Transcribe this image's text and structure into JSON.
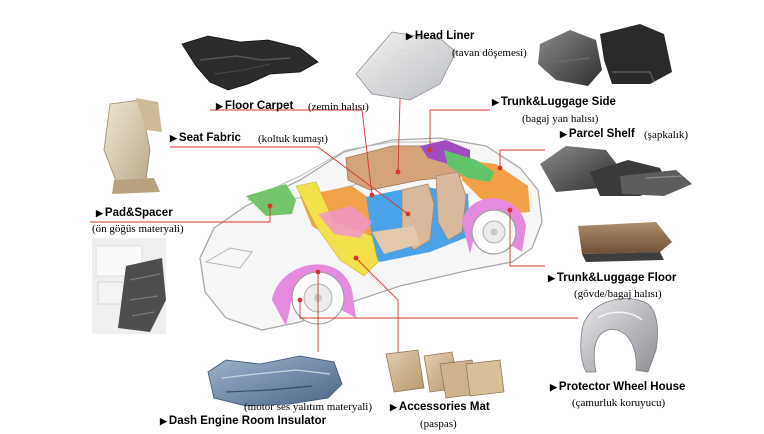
{
  "colors": {
    "leader": "#d9342b",
    "dot": "#d9342b",
    "car_outline": "#b0b0b0",
    "head_liner": "#d4a37a",
    "floor_carpet": "#f0a14a",
    "seat": "#d9b99b",
    "dash": "#f3e04a",
    "accessories": "#e8c84a",
    "trunk_side": "#f2a046",
    "parcel_shelf": "#a24cc2",
    "trunk_floor": "#f19a3a",
    "wheel_house": "#e68ae0",
    "body_blue": "#4aa3e8",
    "pad_spacer": "#73c46a"
  },
  "labels": {
    "head_liner": {
      "arrow": "▶",
      "en": "Head Liner",
      "tr": "(tavan döşemesi)"
    },
    "floor_carpet": {
      "arrow": "▶",
      "en": "Floor Carpet",
      "tr": "(zemin halısı)"
    },
    "trunk_side": {
      "arrow": "▶",
      "en": "Trunk&Luggage Side",
      "tr": "(bagaj yan halısı)"
    },
    "seat_fabric": {
      "arrow": "▶",
      "en": "Seat Fabric",
      "tr": "(koltuk kumaşı)"
    },
    "parcel_shelf": {
      "arrow": "▶",
      "en": "Parcel Shelf",
      "tr": "(şapkalık)"
    },
    "pad_spacer": {
      "arrow": "▶",
      "en": "Pad&Spacer",
      "tr": "(ön göğüs materyali)"
    },
    "trunk_floor": {
      "arrow": "▶",
      "en": "Trunk&Luggage Floor",
      "tr": "(gövde/bagaj halısı)"
    },
    "wheel_house": {
      "arrow": "▶",
      "en": "Protector Wheel House",
      "tr": "(çamurluk koruyucu)"
    },
    "accessories_mat": {
      "arrow": "▶",
      "en": "Accessories Mat",
      "tr": "(paspas)"
    },
    "dash_insulator": {
      "arrow": "▶",
      "en": "Dash Engine Room Insulator",
      "tr": "(motor ses yalıtım materyali)"
    }
  }
}
